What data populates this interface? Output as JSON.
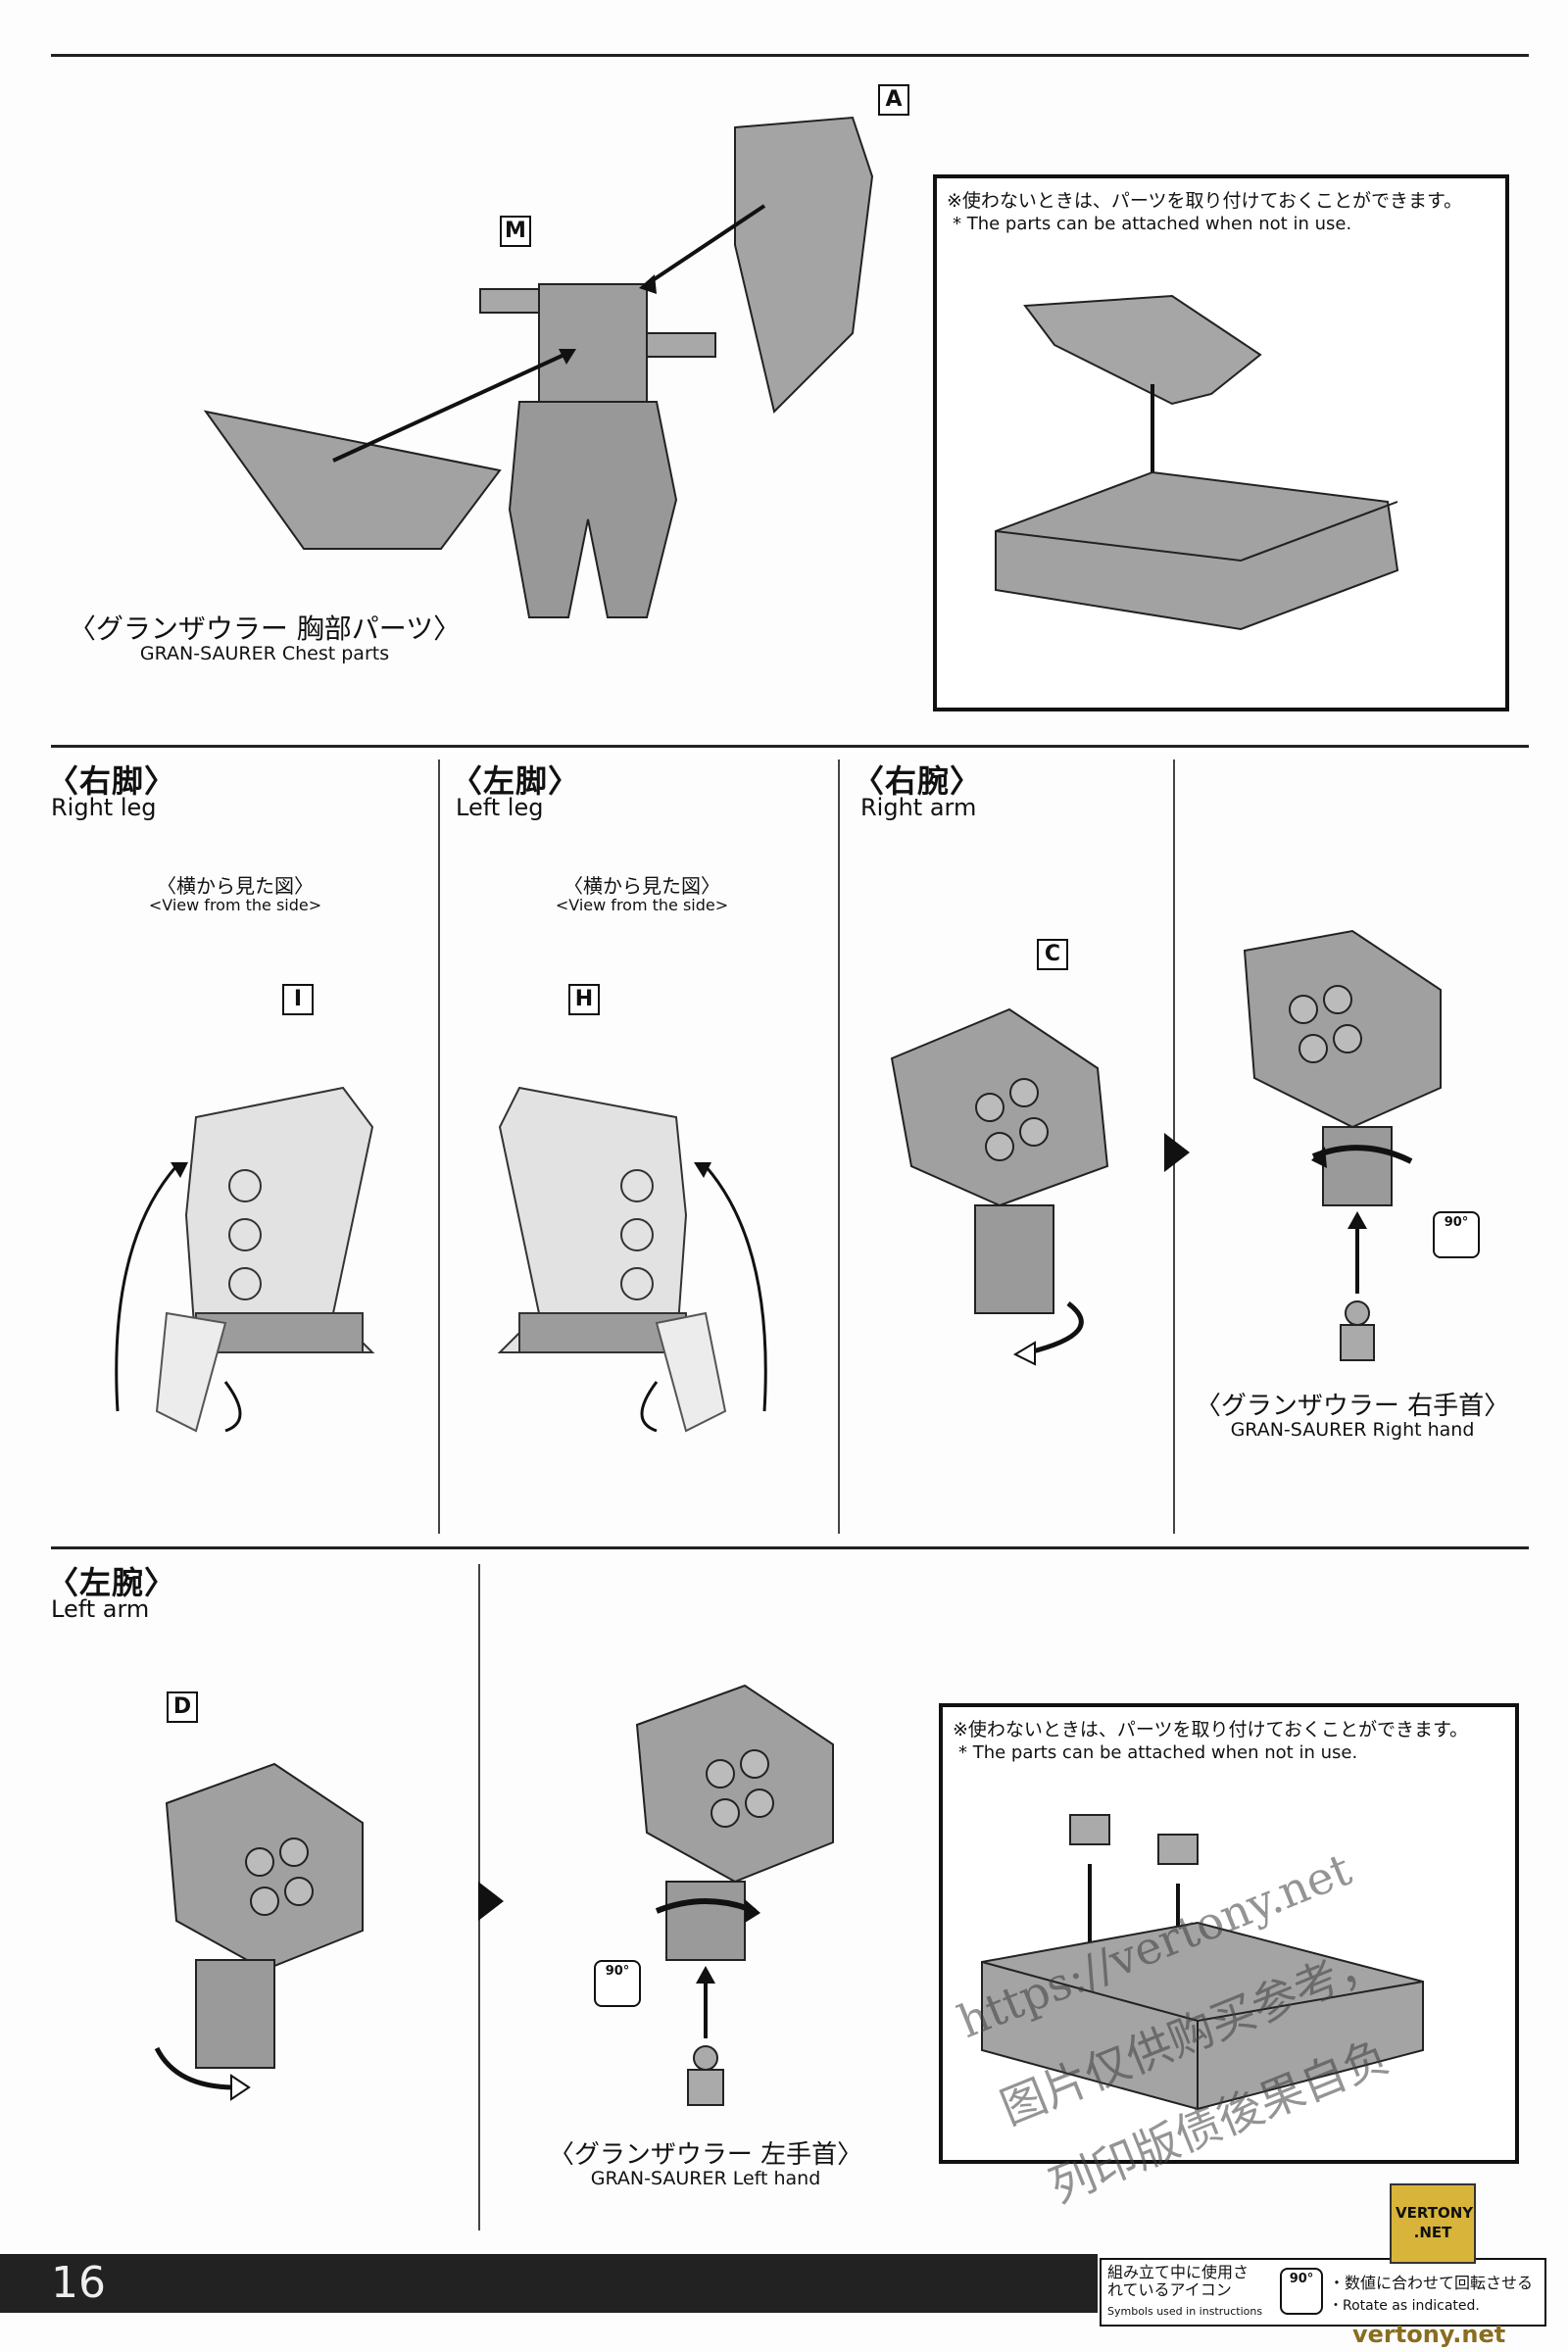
{
  "top": {
    "part_labels": [
      "A",
      "M"
    ],
    "caption_jp": "〈グランザウラー 胸部パーツ〉",
    "caption_en": "GRAN-SAURER Chest parts",
    "note_jp": "※使わないときは、パーツを取り付けておくことができます。",
    "note_en": "* The parts can be attached when not in use."
  },
  "right_leg": {
    "title_jp": "〈右脚〉",
    "title_en": "Right leg",
    "view_jp": "〈横から見た図〉",
    "view_en": "<View from the side>",
    "part_label": "I"
  },
  "left_leg": {
    "title_jp": "〈左脚〉",
    "title_en": "Left leg",
    "view_jp": "〈横から見た図〉",
    "view_en": "<View from the side>",
    "part_label": "H"
  },
  "right_arm": {
    "title_jp": "〈右腕〉",
    "title_en": "Right arm",
    "part_label": "C",
    "rotate_label": "90°",
    "caption_jp": "〈グランザウラー 右手首〉",
    "caption_en": "GRAN-SAURER Right hand"
  },
  "left_arm": {
    "title_jp": "〈左腕〉",
    "title_en": "Left arm",
    "part_label": "D",
    "rotate_label": "90°",
    "caption_jp": "〈グランザウラー 左手首〉",
    "caption_en": "GRAN-SAURER Left hand",
    "note_jp": "※使わないときは、パーツを取り付けておくことができます。",
    "note_en": "* The parts can be attached when not in use."
  },
  "footer": {
    "page_number": "16",
    "legend_title_jp": "組み立て中に使用されているアイコン",
    "legend_title_en": "Symbols used in instructions",
    "legend_icon_label": "90°",
    "legend_desc_jp": "・数値に合わせて回転させる",
    "legend_desc_en": "・Rotate as indicated."
  },
  "watermark": {
    "url": "https://vertony.net",
    "line2": "图片仅供购买参考，",
    "line3": "列印版债後果自负",
    "logo_text": "VERTONY .NET",
    "footer_url": "vertony.net"
  },
  "colors": {
    "ink": "#111111",
    "part_gray": "#9a9a9a",
    "light_part": "#dedede",
    "logo_gold": "#d8b53a"
  }
}
